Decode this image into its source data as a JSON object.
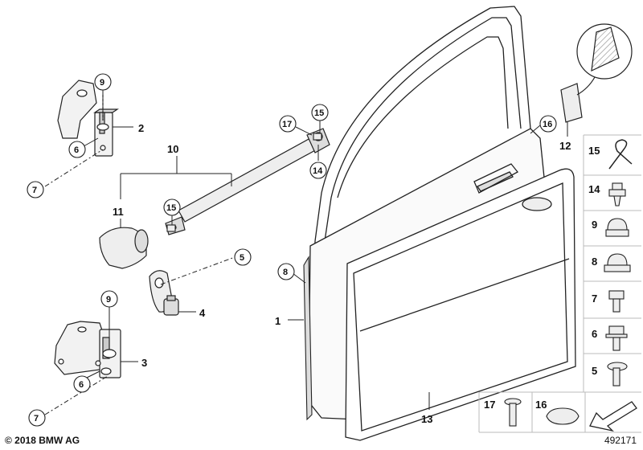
{
  "callouts": {
    "c1": "1",
    "c2": "2",
    "c3": "3",
    "c4": "4",
    "c5": "5",
    "c6a": "6",
    "c6b": "6",
    "c7a": "7",
    "c7b": "7",
    "c8": "8",
    "c9a": "9",
    "c9b": "9",
    "c10": "10",
    "c11": "11",
    "c12": "12",
    "c13": "13",
    "c14": "14",
    "c15a": "15",
    "c15b": "15",
    "c16": "16",
    "c17": "17"
  },
  "parts_column": [
    "15",
    "14",
    "9",
    "8",
    "7",
    "6",
    "5"
  ],
  "bottom_parts": [
    "17",
    "16"
  ],
  "footer": {
    "copyright": "© 2018 BMW AG",
    "doc_number": "492171"
  }
}
